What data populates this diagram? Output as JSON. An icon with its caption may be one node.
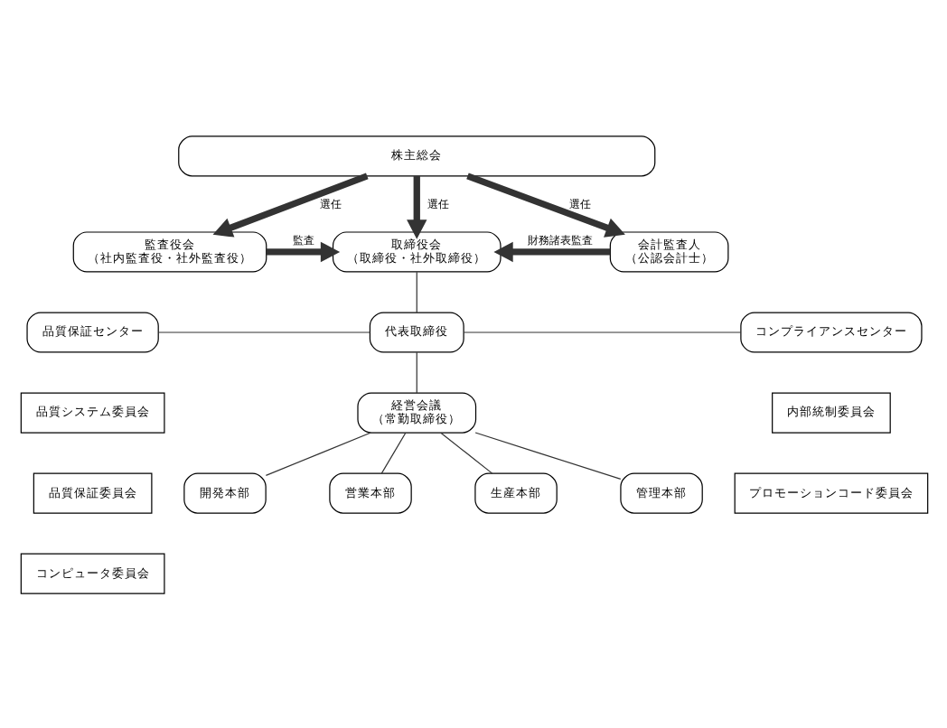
{
  "diagram": {
    "nodes": [
      {
        "text": [
          "株主総会"
        ]
      },
      {
        "text": [
          "監査役会",
          "（社内監査役・社外監査役）"
        ]
      },
      {
        "text": [
          "取締役会",
          "（取締役・社外取締役）"
        ]
      },
      {
        "text": [
          "会計監査人",
          "（公認会計士）"
        ]
      },
      {
        "text": [
          "品質保証センター"
        ]
      },
      {
        "text": [
          "代表取締役"
        ]
      },
      {
        "text": [
          "コンプライアンスセンター"
        ]
      },
      {
        "text": [
          "品質システム委員会"
        ]
      },
      {
        "text": [
          "経営会議",
          "（常勤取締役）"
        ]
      },
      {
        "text": [
          "内部統制委員会"
        ]
      },
      {
        "text": [
          "品質保証委員会"
        ]
      },
      {
        "text": [
          "プロモーションコード委員会"
        ]
      },
      {
        "text": [
          "コンピュータ委員会"
        ]
      },
      {
        "text": [
          "開発本部"
        ]
      },
      {
        "text": [
          "営業本部"
        ]
      },
      {
        "text": [
          "生産本部"
        ]
      },
      {
        "text": [
          "管理本部"
        ]
      }
    ],
    "edges": [
      {
        "from": 0,
        "to": 1,
        "arrow": "to",
        "label": "選任",
        "style": "thick"
      },
      {
        "from": 0,
        "to": 2,
        "arrow": "to",
        "label": "選任",
        "style": "thick"
      },
      {
        "from": 0,
        "to": 3,
        "arrow": "to",
        "label": "選任",
        "style": "thick"
      },
      {
        "from": 1,
        "to": 2,
        "arrow": "to",
        "label": "監査",
        "style": "thick"
      },
      {
        "from": 3,
        "to": 2,
        "arrow": "to",
        "label": "財務諸表監査",
        "style": "thick"
      },
      {
        "from": 2,
        "to": 5,
        "arrow": "none"
      },
      {
        "from": 4,
        "to": 5,
        "arrow": "none"
      },
      {
        "from": 5,
        "to": 6,
        "arrow": "none"
      },
      {
        "from": 5,
        "to": 8,
        "arrow": "none"
      },
      {
        "from": 8,
        "to": 13,
        "arrow": "none"
      },
      {
        "from": 8,
        "to": 14,
        "arrow": "none"
      },
      {
        "from": 8,
        "to": 15,
        "arrow": "none"
      },
      {
        "from": 8,
        "to": 16,
        "arrow": "none"
      }
    ]
  }
}
